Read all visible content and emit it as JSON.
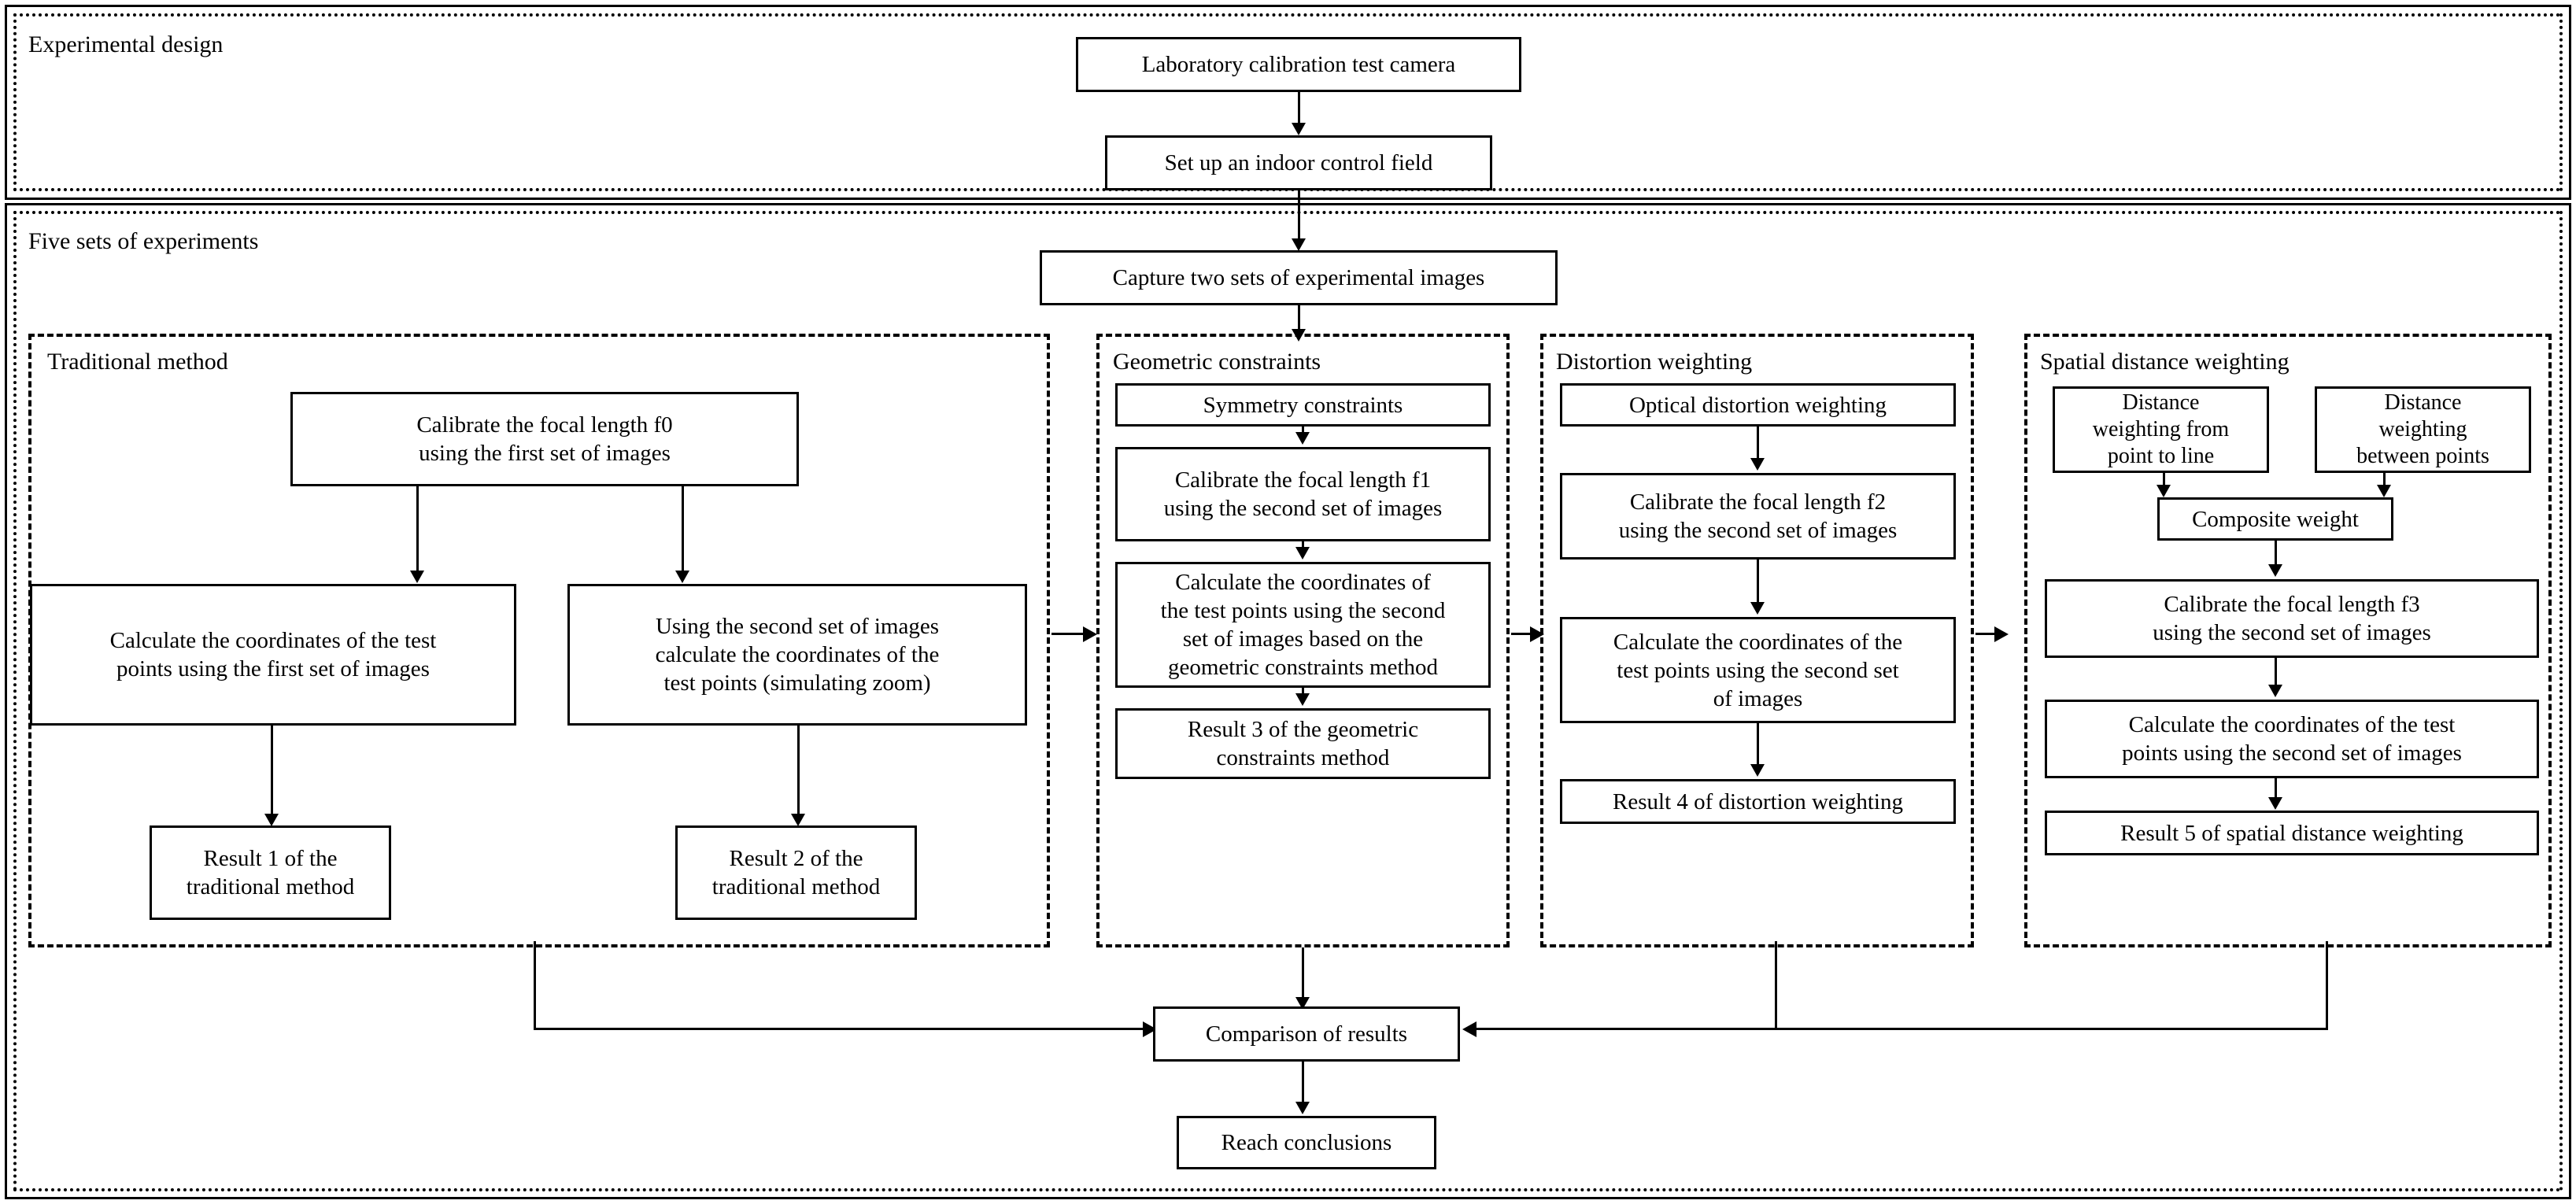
{
  "diagram": {
    "title": "Experimental workflow flowchart",
    "sections": {
      "experimental_design": {
        "label": "Experimental design"
      },
      "five_sets": {
        "label": "Five sets of experiments"
      },
      "traditional": {
        "label": "Traditional method"
      },
      "geometric": {
        "label": "Geometric constraints"
      },
      "distortion": {
        "label": "Distortion weighting"
      },
      "spatial": {
        "label": "Spatial distance weighting"
      }
    },
    "nodes": {
      "lab_camera": "Laboratory calibration test camera",
      "indoor_field": "Set up an indoor control field",
      "capture_images": "Capture two sets of experimental images",
      "trad_f0_l1": "Calibrate the focal length f0",
      "trad_f0_l2": "using the first set of images",
      "trad_calc1_l1": "Calculate the coordinates of the test",
      "trad_calc1_l2": "points using the first set of images",
      "trad_calc2_l1": "Using the second set of images",
      "trad_calc2_l2": "calculate the coordinates of the",
      "trad_calc2_l3": "test points (simulating zoom)",
      "result1_l1": "Result 1 of the",
      "result1_l2": "traditional method",
      "result2_l1": "Result 2 of the",
      "result2_l2": "traditional method",
      "geo_symmetry": "Symmetry constraints",
      "geo_f1_l1": "Calibrate the focal length f1",
      "geo_f1_l2": "using the second set of images",
      "geo_calc_l1": "Calculate the coordinates of",
      "geo_calc_l2": "the test points using the second",
      "geo_calc_l3": "set of images based on the",
      "geo_calc_l4": "geometric constraints method",
      "result3_l1": "Result 3 of the geometric",
      "result3_l2": "constraints method",
      "dist_optical": "Optical distortion weighting",
      "dist_f2_l1": "Calibrate the focal length f2",
      "dist_f2_l2": "using the second set of images",
      "dist_calc_l1": "Calculate the coordinates of the",
      "dist_calc_l2": "test points using the second set",
      "dist_calc_l3": "of images",
      "result4": "Result 4 of distortion weighting",
      "sp_point_line_l1": "Distance",
      "sp_point_line_l2": "weighting from",
      "sp_point_line_l3": "point to line",
      "sp_between_l1": "Distance",
      "sp_between_l2": "weighting",
      "sp_between_l3": "between points",
      "sp_composite": "Composite weight",
      "sp_f3_l1": "Calibrate the focal length f3",
      "sp_f3_l2": "using the second set of images",
      "sp_calc_l1": "Calculate the coordinates of the test",
      "sp_calc_l2": "points using the second set of images",
      "result5": "Result 5 of spatial distance weighting",
      "comparison": "Comparison of results",
      "conclusions": "Reach conclusions"
    },
    "colors": {
      "stroke": "#000000",
      "background": "#ffffff"
    }
  }
}
